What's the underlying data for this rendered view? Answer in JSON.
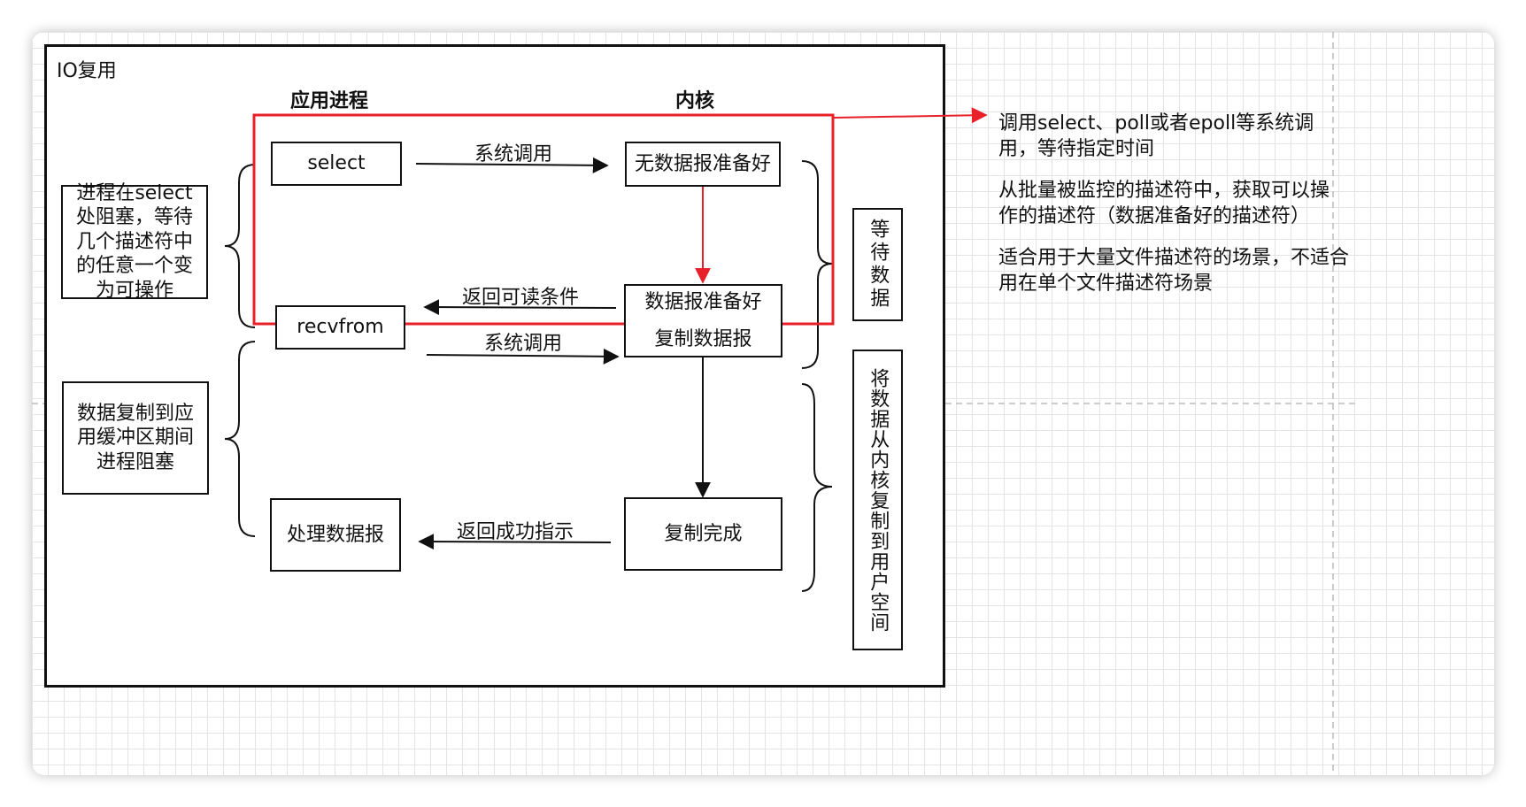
{
  "frame_title": "IO复用",
  "columns": {
    "app": "应用进程",
    "kernel": "内核"
  },
  "app_boxes": {
    "select": "select",
    "recvfrom": "recvfrom",
    "process": "处理数据报"
  },
  "kernel_boxes": {
    "no_data": "无数据报准备好",
    "ready_line1": "数据报准备好",
    "ready_line2": "复制数据报",
    "copy_done": "复制完成"
  },
  "arrows": {
    "syscall_1": "系统调用",
    "return_readable": "返回可读条件",
    "syscall_2": "系统调用",
    "return_success": "返回成功指示"
  },
  "side_notes": {
    "blocked_select": "进程在select处阻塞，等待几个描述符中的任意一个变为可操作",
    "blocked_copy": "数据复制到应用缓冲区期间进程阻塞"
  },
  "phase_labels": {
    "wait_data": "等待数据",
    "copy_data": "将数据从内核复制到用户空间"
  },
  "annotation": {
    "para1": "调用select、poll或者epoll等系统调用，等待指定时间",
    "para2": "从批量被监控的描述符中，获取可以操作的描述符（数据准备好的描述符）",
    "para3": "适合用于大量文件描述符的场景，不适合用在单个文件描述符场景"
  },
  "colors": {
    "highlight": "#e8202a",
    "stroke": "#111111",
    "grid": "#e4e4e4"
  }
}
